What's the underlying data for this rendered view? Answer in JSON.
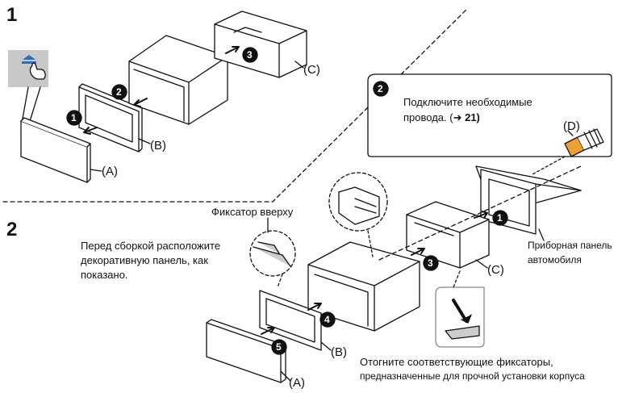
{
  "steps": {
    "one": "1",
    "two": "2"
  },
  "step1": {
    "callout_numbers": [
      "1",
      "2",
      "3"
    ],
    "labels": {
      "a": "(A)",
      "b": "(B)",
      "c": "(C)"
    }
  },
  "callout": {
    "number": "2",
    "text_line1": "Подключите необходимые",
    "text_line2": "провода. (",
    "arrow_glyph": "➜",
    "page_ref": " 21)",
    "label_d": "(D)"
  },
  "step2": {
    "latch_up": "Фиксатор вверху",
    "instruction_lines": [
      "Перед сборкой расположите",
      "декоративную панель, как",
      "показано."
    ],
    "dashboard_lines": [
      "Приборная панель",
      "автомобиля"
    ],
    "bend_note_lines": [
      "Отогните соответствующие фиксаторы,",
      "предназначенные для прочной установки корпуса"
    ],
    "callout_numbers": [
      "1",
      "3",
      "4",
      "5"
    ],
    "labels": {
      "a": "(A)",
      "b": "(B)",
      "c": "(C)"
    }
  },
  "colors": {
    "ink": "#111111",
    "button_bg": "#c8c8c8",
    "button_glyph": "#2b6fc0"
  }
}
